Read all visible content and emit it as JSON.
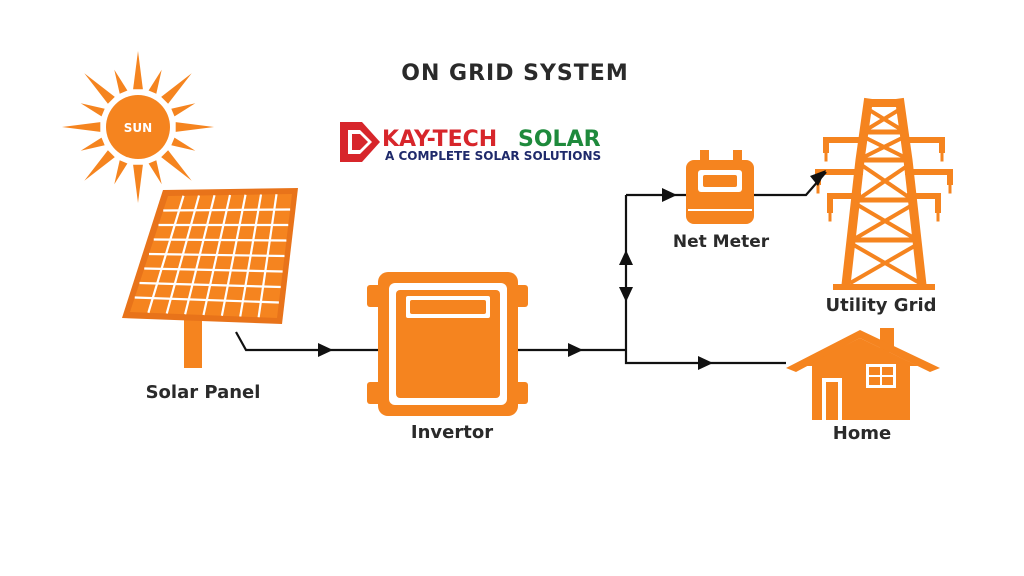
{
  "title": "ON GRID SYSTEM",
  "brand": {
    "name_part1": "KAY-TECH",
    "name_part2": "SOLAR",
    "tagline": "A COMPLETE SOLAR SOLUTIONS",
    "colors": {
      "red": "#d7262b",
      "green": "#1e8a3c",
      "navy": "#1f2a6b"
    }
  },
  "components": {
    "sun": {
      "label": "SUN",
      "icon": "sun-icon"
    },
    "solar_panel": {
      "label": "Solar Panel",
      "icon": "solar-panel-icon"
    },
    "inverter": {
      "label": "Invertor",
      "icon": "inverter-icon"
    },
    "net_meter": {
      "label": "Net Meter",
      "icon": "meter-icon"
    },
    "utility_grid": {
      "label": "Utility Grid",
      "icon": "transmission-tower-icon"
    },
    "home": {
      "label": "Home",
      "icon": "house-icon"
    }
  },
  "colors": {
    "orange": "#f5841f",
    "orange_dark": "#e8731a",
    "line": "#111111",
    "text": "#2a2a2a"
  }
}
